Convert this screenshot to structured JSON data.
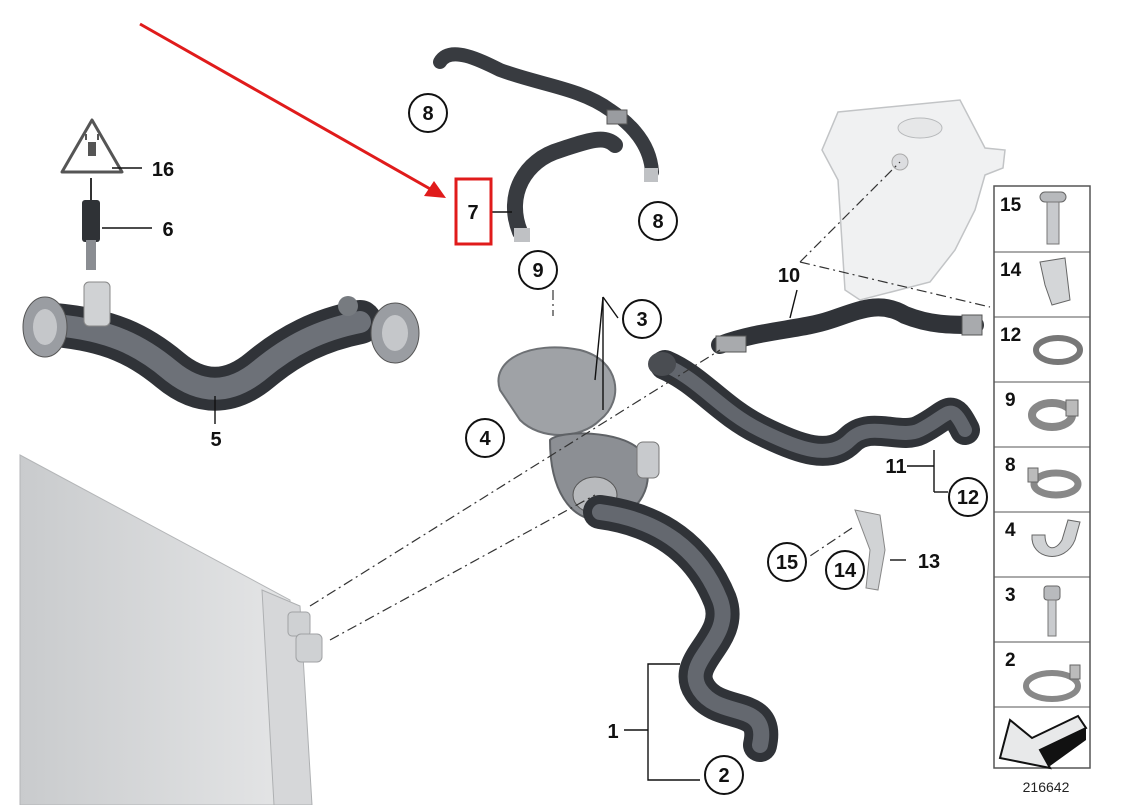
{
  "diagram": {
    "number": "216642",
    "highlight_color": "#e01b1b",
    "callouts": {
      "c1": "1",
      "c2": "2",
      "c3": "3",
      "c4": "4",
      "c5": "5",
      "c6": "6",
      "c7": "7",
      "c8a": "8",
      "c8b": "8",
      "c9": "9",
      "c10": "10",
      "c11": "11",
      "c12": "12",
      "c13": "13",
      "c14": "14",
      "c15": "15",
      "c16": "16"
    },
    "legend": {
      "l15": "15",
      "l14": "14",
      "l12": "12",
      "l9": "9",
      "l8": "8",
      "l4": "4",
      "l3": "3",
      "l2": "2"
    }
  }
}
